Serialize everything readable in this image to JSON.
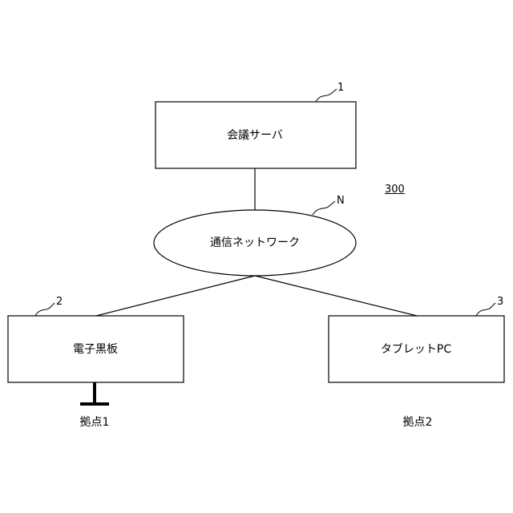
{
  "nodes": {
    "server": {
      "label": "会議サーバ",
      "ref": "1"
    },
    "network": {
      "label": "通信ネットワーク",
      "ref": "N"
    },
    "whiteboard": {
      "label": "電子黒板",
      "ref": "2"
    },
    "tablet": {
      "label": "タブレットPC",
      "ref": "3"
    }
  },
  "system_ref": "300",
  "sites": {
    "site1": "拠点1",
    "site2": "拠点2"
  }
}
